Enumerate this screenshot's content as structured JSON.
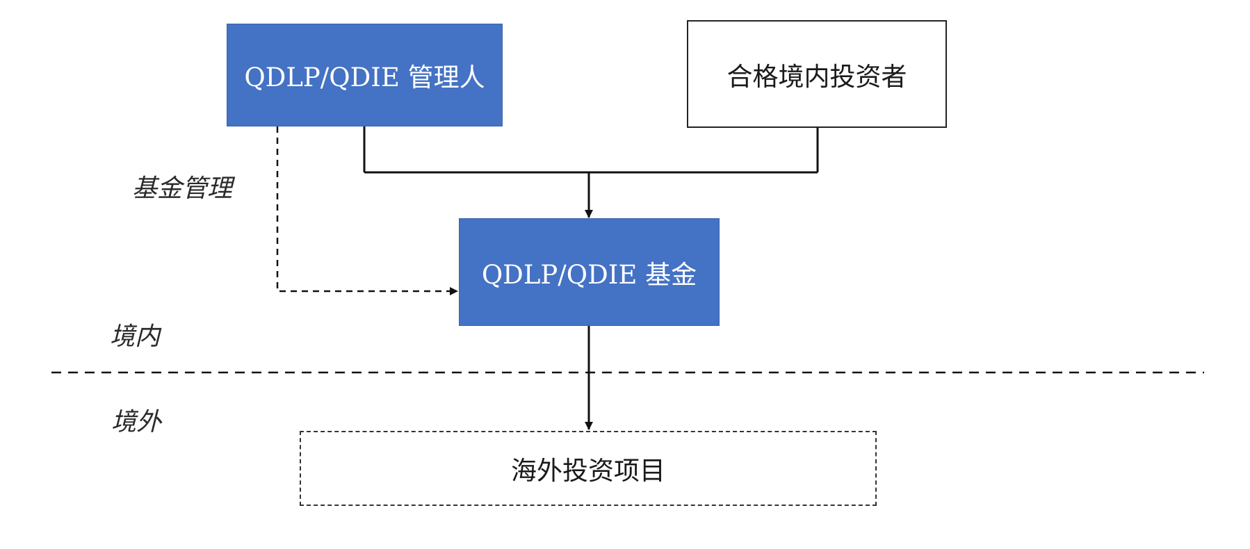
{
  "nodes": {
    "manager": {
      "label": "QDLP/QDIE 管理人",
      "fill": "#4472c4",
      "text_color": "#ffffff"
    },
    "investor": {
      "label": "合格境内投资者",
      "fill": "#ffffff",
      "text_color": "#1a1a1a"
    },
    "fund": {
      "label": "QDLP/QDIE 基金",
      "fill": "#4472c4",
      "text_color": "#ffffff"
    },
    "overseas": {
      "label": "海外投资项目",
      "fill": "#ffffff",
      "text_color": "#1a1a1a"
    }
  },
  "labels": {
    "fund_management": "基金管理",
    "domestic": "境内",
    "overseas": "境外"
  },
  "colors": {
    "line": "#111111",
    "accent": "#4472c4"
  }
}
